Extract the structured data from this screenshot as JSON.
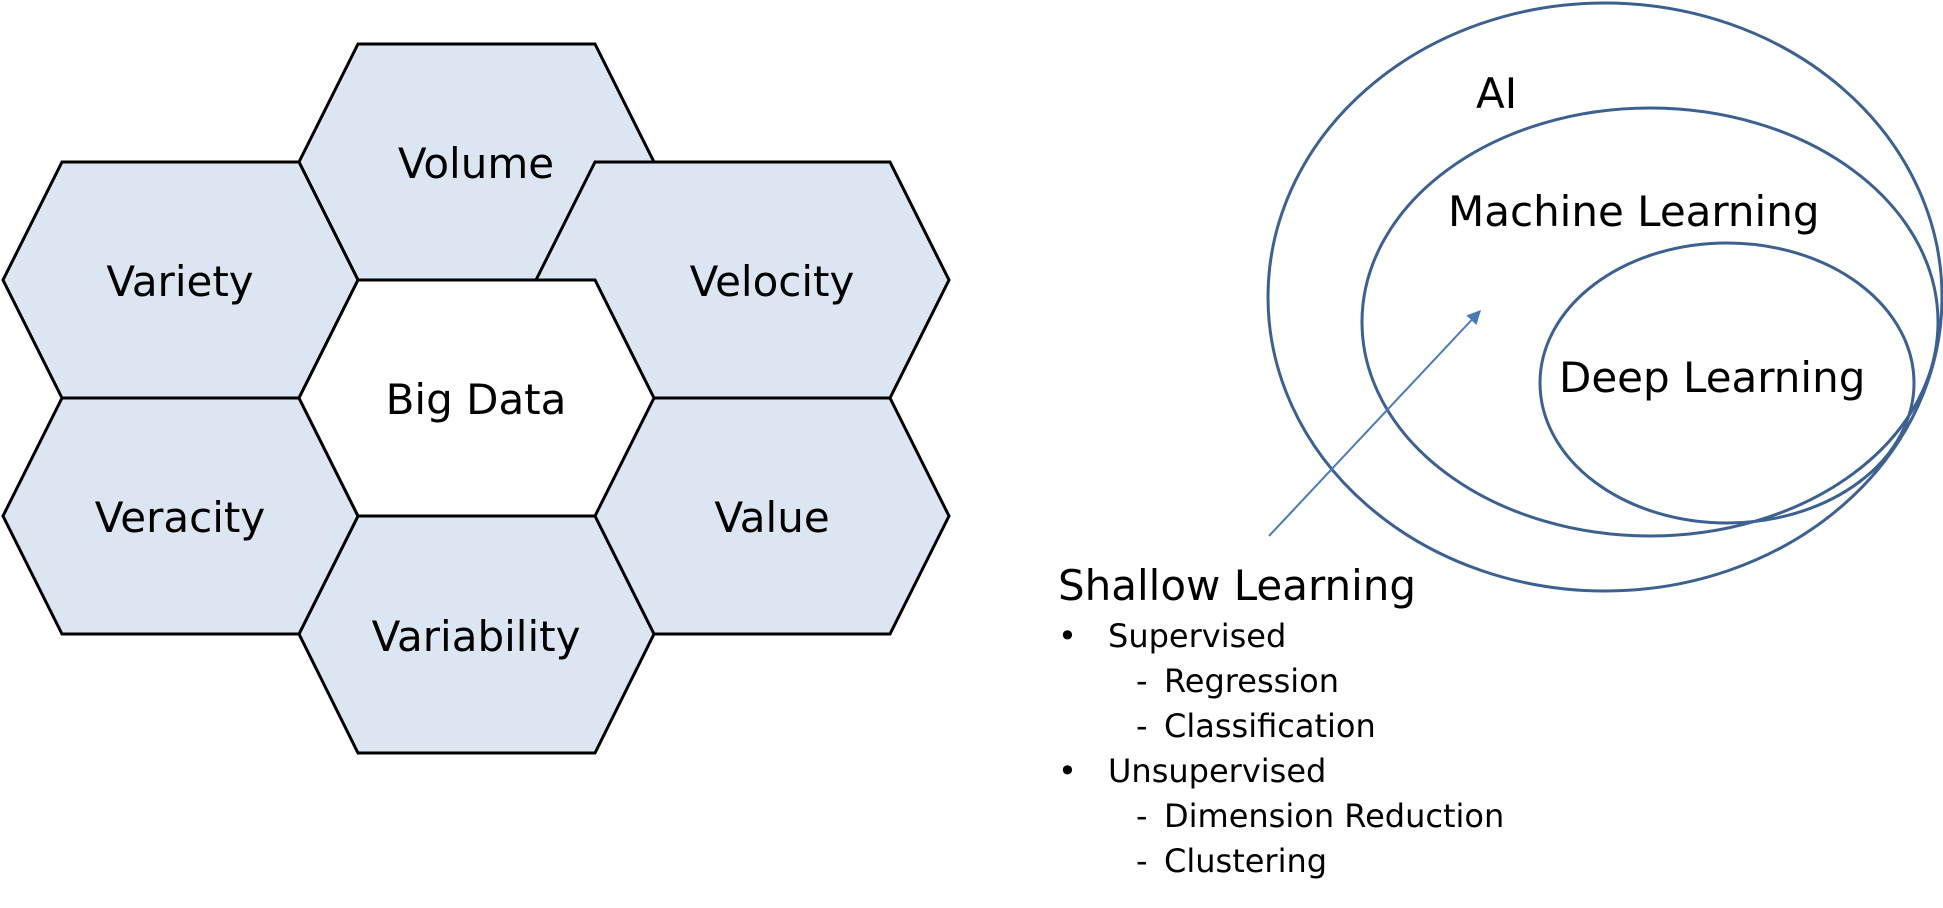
{
  "colors": {
    "hex_fill": "#dce6f2",
    "hex_center_fill": "#ffffff",
    "hex_stroke": "#000000",
    "ellipse_stroke": "#3c6191",
    "arrow_stroke": "#4a7ab5"
  },
  "big_data": {
    "center": "Big Data",
    "outer": [
      "Volume",
      "Velocity",
      "Value",
      "Variability",
      "Veracity",
      "Variety"
    ]
  },
  "ai_diagram": {
    "ai": "AI",
    "machine_learning": "Machine Learning",
    "deep_learning": "Deep Learning"
  },
  "shallow": {
    "title": "Shallow Learning",
    "bullet_glyph": "•",
    "dash_glyph": "-",
    "groups": [
      {
        "label": "Supervised",
        "items": [
          "Regression",
          "Classification"
        ]
      },
      {
        "label": "Unsupervised",
        "items": [
          "Dimension Reduction",
          "Clustering"
        ]
      }
    ]
  }
}
